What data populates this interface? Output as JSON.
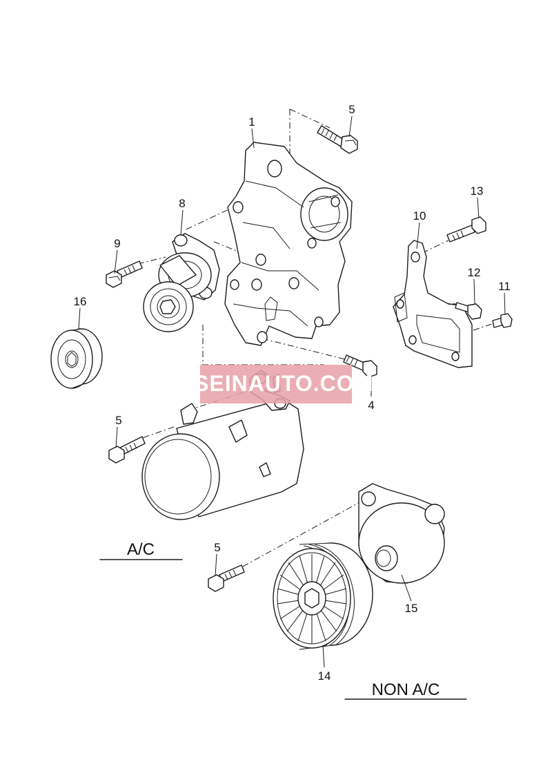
{
  "callouts": {
    "c1": "1",
    "c4": "4",
    "c5a": "5",
    "c5b": "5",
    "c5c": "5",
    "c8": "8",
    "c9": "9",
    "c10": "10",
    "c11": "11",
    "c12": "12",
    "c13": "13",
    "c14": "14",
    "c15": "15",
    "c16": "16"
  },
  "labels": {
    "ac": "A/C",
    "non_ac": "NON A/C"
  },
  "watermark": {
    "text": "VSEINAUTO.COM",
    "color": "#e8a0a8"
  }
}
